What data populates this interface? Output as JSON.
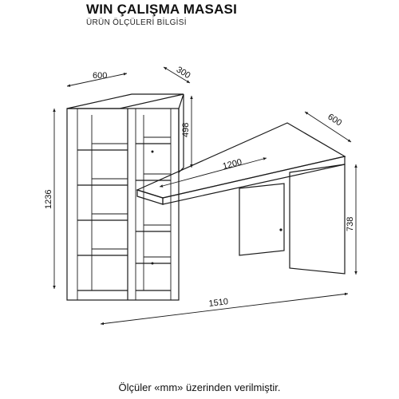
{
  "header": {
    "title": "WIN ÇALIŞMA MASASI",
    "subtitle": "ÜRÜN ÖLÇÜLERİ BİLGİSİ"
  },
  "dimensions": {
    "shelf_width": "600",
    "shelf_depth": "300",
    "shelf_top_height": "498",
    "total_height": "1236",
    "desk_length": "1200",
    "desk_depth": "600",
    "desk_height": "738",
    "total_width": "1510"
  },
  "footer": {
    "note": "Ölçüler «mm» üzerinden verilmiştir."
  }
}
